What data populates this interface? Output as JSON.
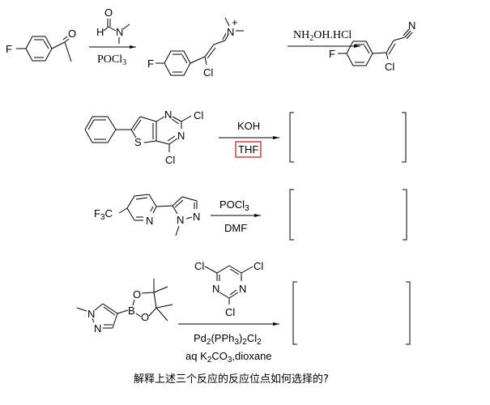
{
  "reaction1": {
    "sm": {
      "F": "F",
      "O": "O"
    },
    "reagent_dmf": {
      "O": "O",
      "H": "H",
      "N": "N"
    },
    "below": {
      "main": "POCl",
      "sub": "3"
    },
    "intermediate": {
      "F": "F",
      "Cl": "Cl",
      "N": "N",
      "charge": "+"
    },
    "above2": {
      "a": "NH",
      "sub": "2",
      "b": "OH.HCl"
    },
    "product": {
      "F": "F",
      "Cl": "Cl",
      "N": "N"
    }
  },
  "reaction2": {
    "sm": {
      "N1": "N",
      "N2": "N",
      "S": "S",
      "Cl1": "Cl",
      "Cl2": "Cl"
    },
    "above": "KOH",
    "below": "THF",
    "highlight_color": "#e53935"
  },
  "reaction3": {
    "sm": {
      "cf3_a": "F",
      "cf3_sub": "3",
      "cf3_b": "C",
      "N_py": "N",
      "N1": "N",
      "N2": "N"
    },
    "above": {
      "main": "POCl",
      "sub": "3"
    },
    "below": "DMF"
  },
  "reaction4": {
    "sm": {
      "N1": "N",
      "N2": "N",
      "B": "B",
      "O1": "O",
      "O2": "O"
    },
    "reagent": {
      "Cl1": "Cl",
      "Cl2": "Cl",
      "Cl3": "Cl",
      "N1": "N",
      "N2": "N"
    },
    "catalyst": {
      "a": "Pd",
      "s1": "2",
      "b": "(PPh",
      "s2": "3",
      "c": ")",
      "s3": "2",
      "d": "Cl",
      "s4": "2"
    },
    "conditions": {
      "a": "aq K",
      "s1": "2",
      "b": "CO",
      "s2": "3",
      "c": ",dioxane"
    }
  },
  "question": "解释上述三个反应的反应位点如何选择的?"
}
